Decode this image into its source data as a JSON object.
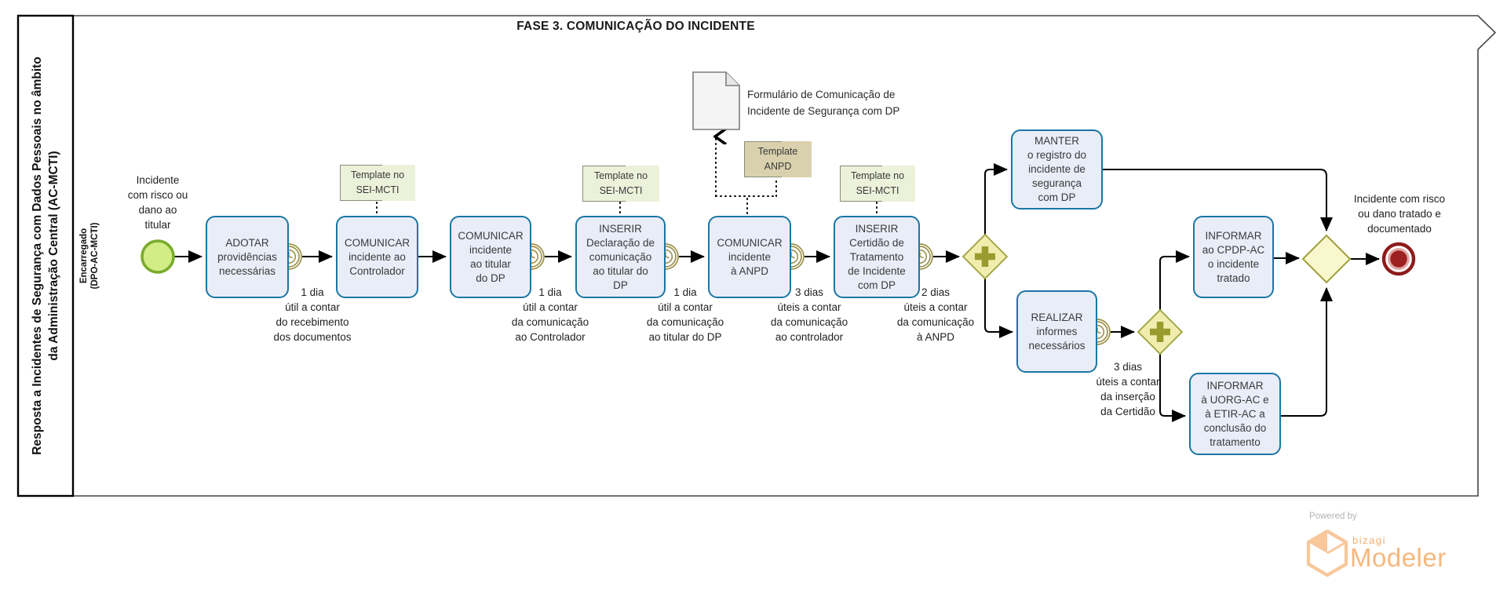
{
  "diagram": {
    "title": "FASE 3. COMUNICAÇÃO DO INCIDENTE",
    "pool_label": "Resposta a Incidentes de Segurança com Dados Pessoais no âmbito\nda Administração Central (AC-MCTI)",
    "lane_label": "Encarregado\n(DPO-AC-MCTI)"
  },
  "events": {
    "start": {
      "label": "Incidente\ncom risco ou\ndano ao\ntitular"
    },
    "end": {
      "label": "Incidente com risco\nou dano tratado e\ndocumentado"
    }
  },
  "tasks": [
    {
      "label": "ADOTAR\nprovidências\nnecessárias"
    },
    {
      "label": "COMUNICAR\nincidente ao\nControlador"
    },
    {
      "label": "COMUNICAR\nincidente\nao titular\ndo DP"
    },
    {
      "label": "INSERIR\nDeclaração de\ncomunicação\nao titular do\nDP"
    },
    {
      "label": "COMUNICAR\nincidente\nà ANPD"
    },
    {
      "label": "INSERIR\nCertidão de\nTratamento\nde Incidente\ncom DP"
    },
    {
      "label": "MANTER\no registro do\nincidente de\nsegurança\ncom DP"
    },
    {
      "label": "REALIZAR\ninformes\nnecessários"
    },
    {
      "label": "INFORMAR\nao CPDP-AC\no incidente\ntratado"
    },
    {
      "label": "INFORMAR\nà UORG-AC e\nà ETIR-AC a\nconclusão do\ntratamento"
    }
  ],
  "timer_labels": [
    {
      "text": "1 dia\nútil a contar\ndo recebimento\ndos documentos"
    },
    {
      "text": "1 dia\nútil a contar\nda comunicação\nao Controlador"
    },
    {
      "text": "1 dia\nútil a contar\nda comunicação\nao titular do DP"
    },
    {
      "text": "3 dias\núteis a contar\nda comunicação\nao controlador"
    },
    {
      "text": "2 dias\núteis a contar\nda comunicação\nà ANPD"
    },
    {
      "text": "3 dias\núteis a contar\nda inserção\nda Certidão"
    }
  ],
  "annotations": [
    {
      "text": "Template no\nSEI-MCTI",
      "style": "green"
    },
    {
      "text": "Template no\nSEI-MCTI",
      "style": "green"
    },
    {
      "text": "Template\nANPD",
      "style": "tan"
    },
    {
      "text": "Template no\nSEI-MCTI",
      "style": "green"
    }
  ],
  "artifacts": {
    "document_label": "Formulário de Comunicação de\nIncidente de Segurança com DP"
  },
  "footer": {
    "powered_by": "Powered by",
    "brand": "bizagi",
    "product": "Modeler"
  },
  "colors": {
    "task_fill": "#e9edf8",
    "task_border": "#1a76a4",
    "start_fill": "#d2ec86",
    "start_border": "#79ab2c",
    "timer": "#9b914c",
    "gateway_fill": "#f0edaf",
    "gateway_border": "#9fa03b",
    "gateway_cross": "#9a9b2f",
    "xor_gateway_fill": "#f9f7cd",
    "end_outer": "#8e1b1b",
    "end_inner": "#9e2121",
    "end_ring": "#e0a6a6",
    "note_green": "#ecf1da",
    "note_tan": "#d9d1ad",
    "brand_orange": "#f6b87e"
  }
}
